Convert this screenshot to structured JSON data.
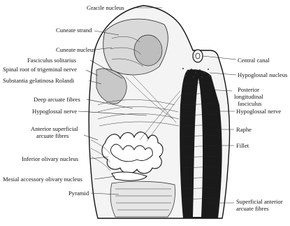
{
  "figure": {
    "labels": {
      "gracile_nucleus": "Gracile nucleus",
      "cuneate_strand": "Cuneate strand",
      "cuneate_nucleus": "Cuneate nucleus",
      "fasciculus_solitarius": "Fasciculus solitarius",
      "spinal_root_trigeminal": "Spinal root of trigeminal nerve",
      "substantia_gelatinosa": "Substantia gelatinosa Rolandi",
      "deep_arcuate": "Deep arcuate fibres",
      "hypoglossal_nerve_left": "Hypoglossal nerve",
      "anterior_superficial_1": "Anterior superficial",
      "anterior_superficial_2": "arcuate fibres",
      "inferior_olivary": "Inferior olivary nucleus",
      "mesial_accessory": "Mesial accessory olivary nucleus",
      "pyramid": "Pyramid",
      "central_canal": "Central canal",
      "hypoglossal_nucleus": "Hypoglossal nucleus",
      "posterior_longitudinal_1": "Posterior",
      "posterior_longitudinal_2": "longitudinal",
      "posterior_longitudinal_3": "fasciculus",
      "hypoglossal_nerve_right": "Hypoglossal nerve",
      "raphe": "Raphe",
      "fillet": "Fillet",
      "superficial_anterior_1": "Superficial anterior",
      "superficial_anterior_2": "arcuate fibres"
    }
  }
}
